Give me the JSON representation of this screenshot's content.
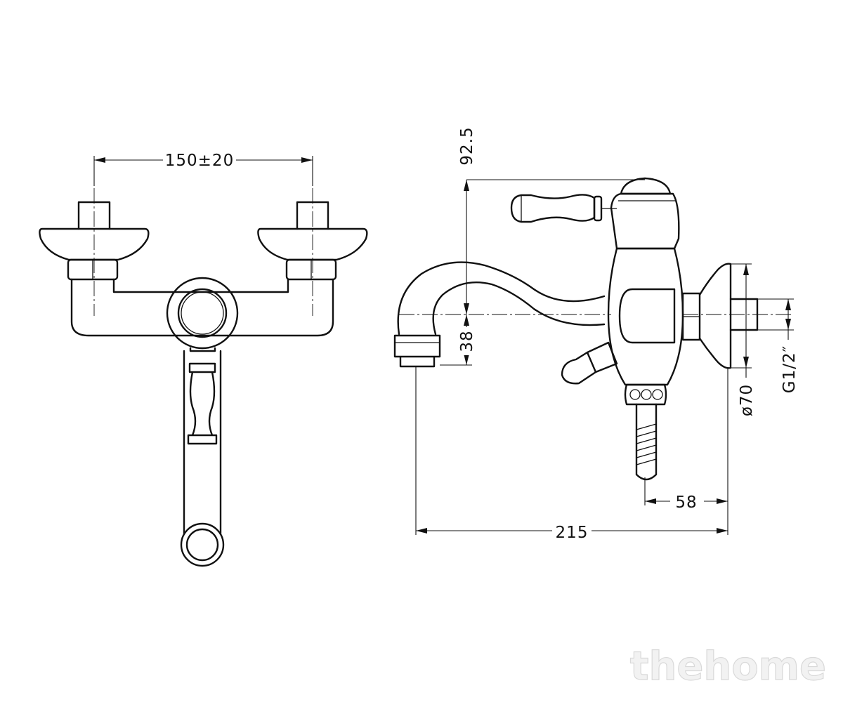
{
  "dimensions": {
    "spacing": "150±20",
    "height_top": "92.5",
    "height_spout": "38",
    "diameter": "ø70",
    "thread": "G1/2″",
    "depth": "58",
    "overall_length": "215"
  },
  "watermark": "thehome"
}
